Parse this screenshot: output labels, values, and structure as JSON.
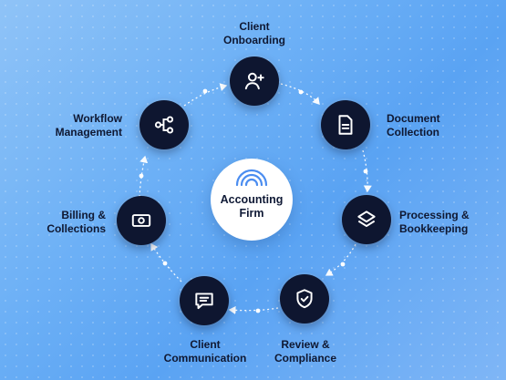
{
  "diagram": {
    "center": {
      "title_line1": "Accounting",
      "title_line2": "Firm"
    },
    "steps": [
      {
        "label_line1": "Client",
        "label_line2": "Onboarding",
        "icon": "add-user-icon"
      },
      {
        "label_line1": "Document",
        "label_line2": "Collection",
        "icon": "document-icon"
      },
      {
        "label_line1": "Processing &",
        "label_line2": "Bookkeeping",
        "icon": "layers-icon"
      },
      {
        "label_line1": "Review &",
        "label_line2": "Compliance",
        "icon": "shield-check-icon"
      },
      {
        "label_line1": "Client",
        "label_line2": "Communication",
        "icon": "chat-icon"
      },
      {
        "label_line1": "Billing &",
        "label_line2": "Collections",
        "icon": "cash-icon"
      },
      {
        "label_line1": "Workflow",
        "label_line2": "Management",
        "icon": "workflow-icon"
      }
    ],
    "colors": {
      "node": "#0e1630",
      "icon": "#ffffff",
      "center_icon": "#4b8df0",
      "arrow": "#ffffff"
    }
  }
}
